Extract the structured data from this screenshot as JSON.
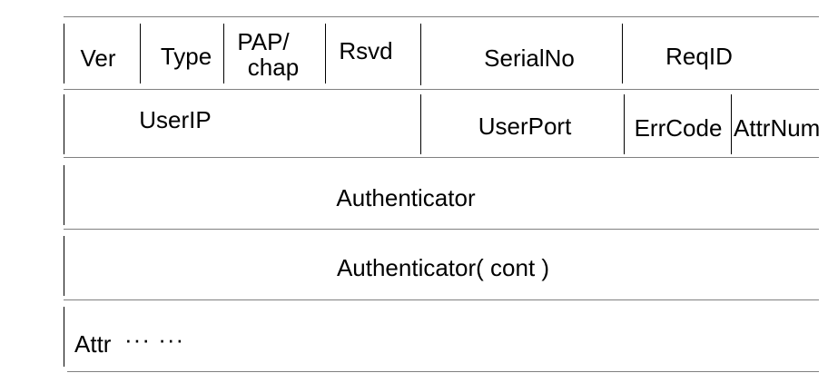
{
  "diagram": {
    "row1": {
      "ver": "Ver",
      "type": "Type",
      "pap_line1": "PAP/",
      "pap_line2": "chap",
      "rsvd": "Rsvd",
      "serial": "SerialNo",
      "reqid": "ReqID"
    },
    "row2": {
      "userip": "UserIP",
      "userport": "UserPort",
      "errcode": "ErrCode",
      "attrnum": "AttrNum"
    },
    "row3": {
      "authenticator": "Authenticator"
    },
    "row4": {
      "authenticator_cont": "Authenticator( cont )"
    },
    "row5": {
      "attr": "Attr",
      "ellipsis": "··· ···"
    }
  }
}
